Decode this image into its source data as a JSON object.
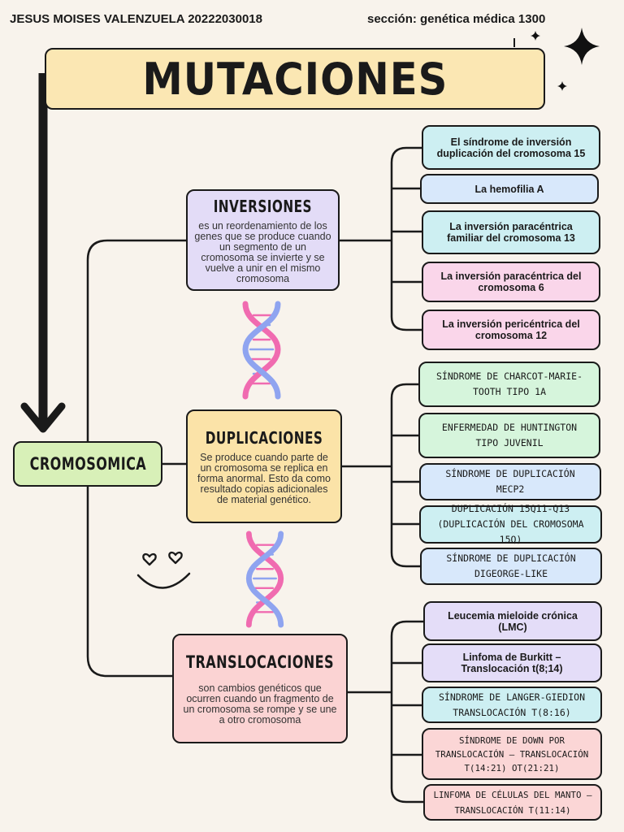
{
  "header": {
    "author": "JESUS MOISES VALENZUELA 20222030018",
    "section": "sección: genética médica 1300"
  },
  "title": "MUTACIONES",
  "root": {
    "label": "CROMOSOMICA"
  },
  "categories": [
    {
      "name": "INVERSIONES",
      "description": "es un reordenamiento de los genes que se produce cuando un segmento de un cromosoma se invierte y se vuelve a unir en el mismo cromosoma",
      "color": "#e3dcf7",
      "examples": [
        "El síndrome de inversión duplicación del cromosoma 15",
        "La hemofilia A",
        "La inversión paracéntrica familiar del cromosoma 13",
        "La inversión paracéntrica del cromosoma 6",
        "La inversión pericéntrica del cromosoma 12"
      ]
    },
    {
      "name": "DUPLICACIONES",
      "description": "Se produce cuando parte de un cromosoma se replica en forma anormal. Esto da como resultado copias adicionales de material genético.",
      "color": "#fbe3a8",
      "examples": [
        "SÍNDROME DE CHARCOT-MARIE-TOOTH TIPO 1A",
        "ENFERMEDAD DE HUNTINGTON TIPO JUVENIL",
        "SÍNDROME DE DUPLICACIÓN MECP2",
        "DUPLICACIÓN 15Q11-Q13 (DUPLICACIÓN DEL CROMOSOMA 15Q)",
        "SÍNDROME DE DUPLICACIÓN DIGEORGE-LIKE"
      ]
    },
    {
      "name": "TRANSLOCACIONES",
      "description": "son cambios genéticos que ocurren cuando un fragmento de un cromosoma se rompe y se une a otro cromosoma",
      "color": "#fbd3d3",
      "examples": [
        "Leucemia mieloide crónica (LMC)",
        "Linfoma de Burkitt – Translocación t(8;14)",
        "SÍNDROME DE LANGER-GIEDION TRANSLOCACIÓN T(8:16)",
        "SÍNDROME DE DOWN POR TRANSLOCACIÓN – TRANSLOCACIÓN T(14:21) OT(21:21)",
        "LINFOMA DE CÉLULAS DEL MANTO – TRANSLOCACIÓN T(11:14)"
      ]
    }
  ],
  "colors": {
    "background": "#f8f3ec",
    "title": "#fbe7b3",
    "root": "#d8f0b8",
    "cyan": "#cdeff2",
    "blue": "#d8e8fb",
    "pink": "#fad6ea",
    "green": "#d6f5dc",
    "lavender": "#e4ddf8",
    "salmon": "#fbd6d6",
    "dna_pink": "#f06bb0",
    "dna_blue": "#8fa4f0"
  },
  "icons": [
    "sparkle-icon",
    "dna-icon",
    "smiley-icon",
    "heart-eyes-icon",
    "down-arrow-icon"
  ]
}
